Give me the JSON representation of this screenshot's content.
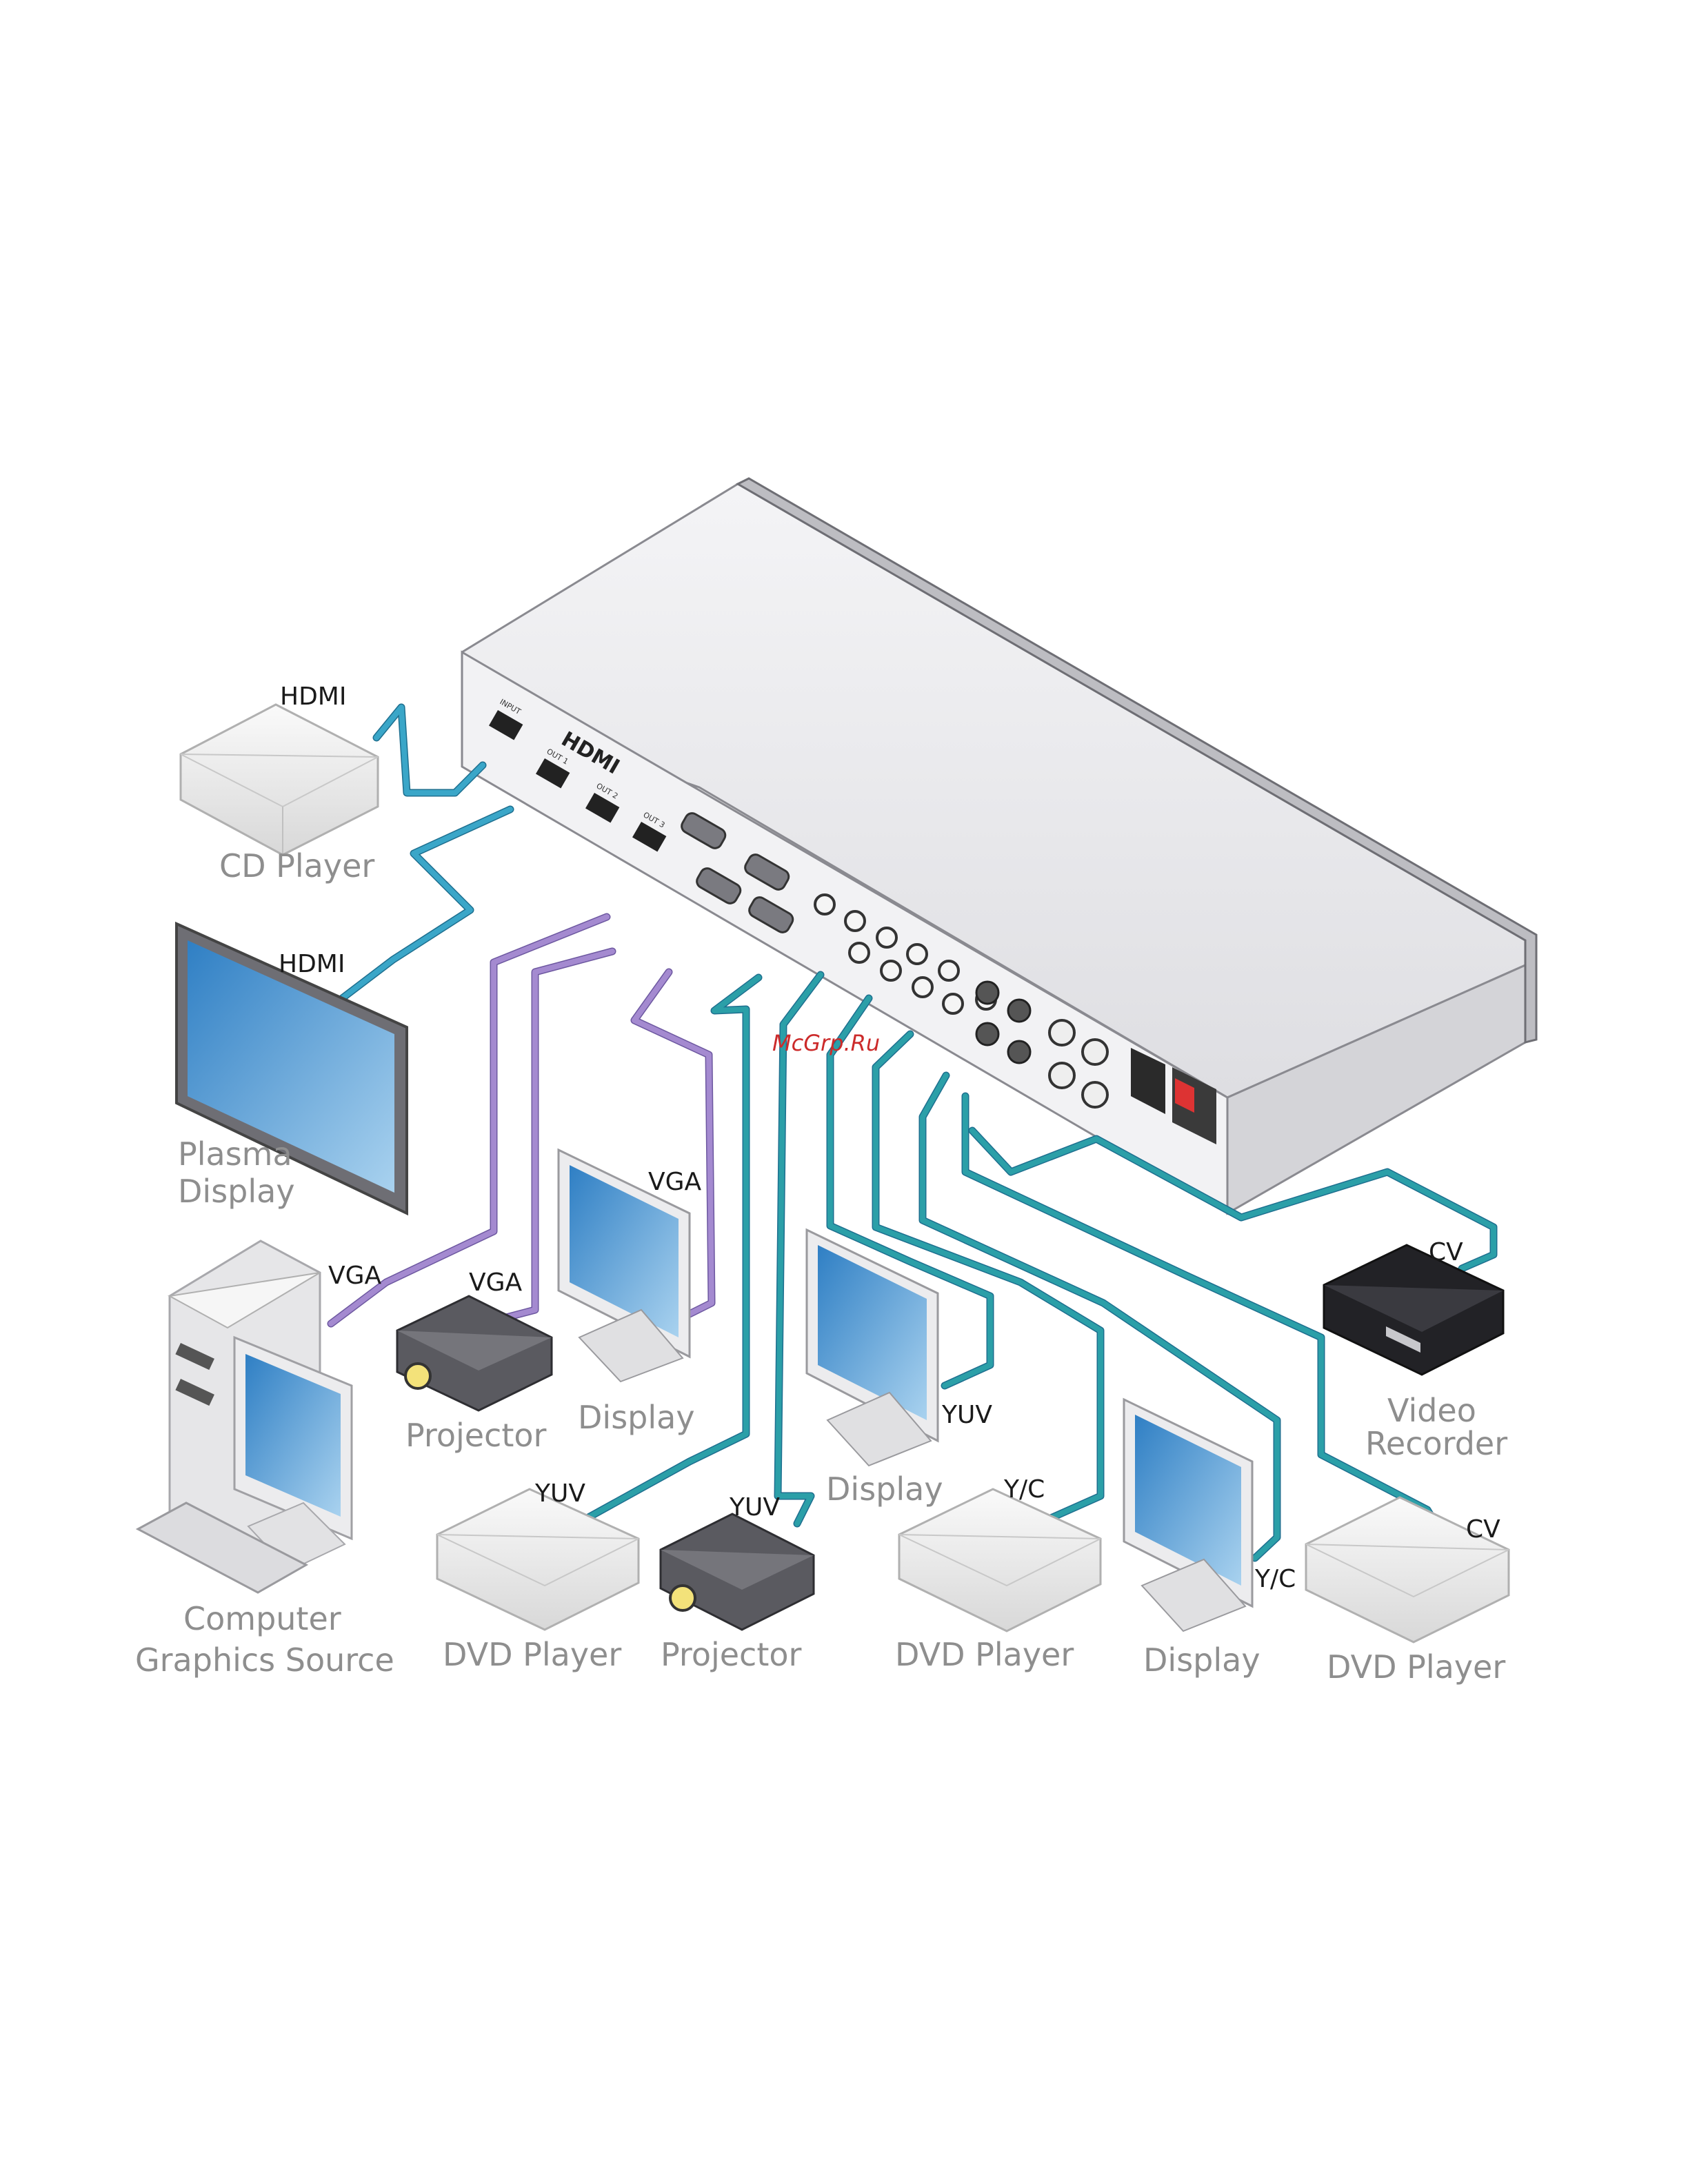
{
  "watermark": "McGrp.Ru",
  "switcher": {
    "brand_logo": "HDMI",
    "port_labels": [
      "INPUT",
      "OUT 1",
      "OUT 2",
      "OUT 3"
    ]
  },
  "devices": {
    "cd_player": "CD Player",
    "plasma_line1": "Plasma",
    "plasma_line2": "Display",
    "computer_line1": "Computer",
    "computer_line2": "Graphics Source",
    "projector_vga": "Projector",
    "display_vga": "Display",
    "dvd_yuv": "DVD Player",
    "projector_yuv": "Projector",
    "display_yuv": "Display",
    "dvd_yc": "DVD Player",
    "display_yc": "Display",
    "dvd_cv": "DVD Player",
    "recorder_line1": "Video",
    "recorder_line2": "Recorder"
  },
  "signals": {
    "hdmi_in": "HDMI",
    "hdmi_out": "HDMI",
    "vga_computer": "VGA",
    "vga_projector": "VGA",
    "vga_display": "VGA",
    "yuv_dvd": "YUV",
    "yuv_projector": "YUV",
    "yuv_display": "YUV",
    "yc_dvd": "Y/C",
    "yc_display": "Y/C",
    "cv_dvd": "CV",
    "cv_recorder": "CV"
  },
  "colors": {
    "hdmi_cable": "#3aa6c8",
    "vga_cable": "#a48ad0",
    "video_cable": "#2b9fa8",
    "chassis": "#e9e9ec"
  }
}
